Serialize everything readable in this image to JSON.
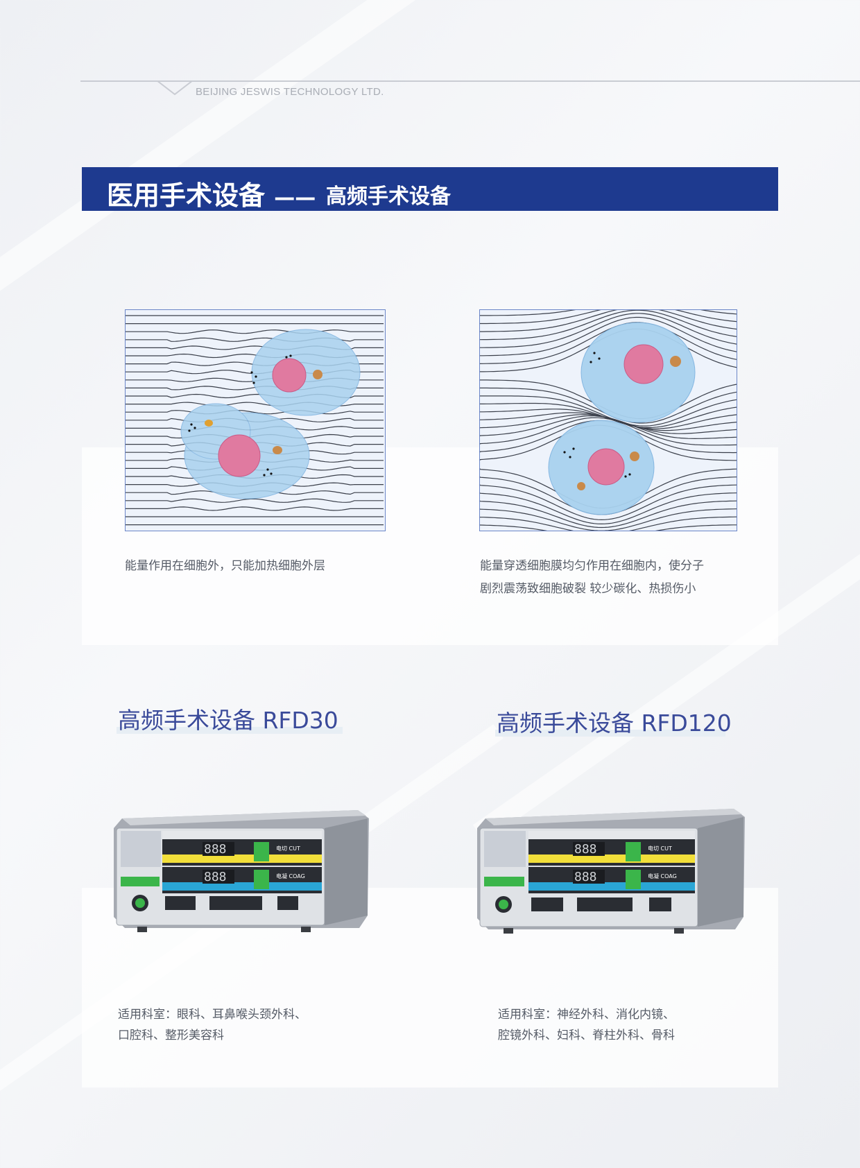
{
  "header": {
    "company": "BEIJING JESWIS TECHNOLOGY LTD."
  },
  "title": {
    "main": "医用手术设备",
    "dash": "——",
    "sub": "高频手术设备"
  },
  "diagrams": {
    "left_caption": "能量作用在细胞外，只能加热细胞外层",
    "right_caption_line1": "能量穿透细胞膜均匀作用在细胞内，使分子",
    "right_caption_line2": "剧烈震荡致细胞破裂 较少碳化、热损伤小"
  },
  "products": [
    {
      "title": "高频手术设备 RFD30",
      "dept_line1": "适用科室：眼科、耳鼻喉头颈外科、",
      "dept_line2": "口腔科、整形美容科",
      "display1": "888",
      "display2": "888",
      "label1": "电切 CUT",
      "label2": "电凝 COAG"
    },
    {
      "title": "高频手术设备 RFD120",
      "dept_line1": "适用科室：神经外科、消化内镜、",
      "dept_line2": "腔镜外科、妇科、脊柱外科、骨科",
      "display1": "888",
      "display2": "888",
      "label1": "电切 CUT",
      "label2": "电凝 COAG"
    }
  ],
  "colors": {
    "title_bar": "#1e3a8f",
    "product_title": "#3a4a9a",
    "cut_strip": "#f2df3a",
    "coag_strip": "#2aa6d6"
  }
}
